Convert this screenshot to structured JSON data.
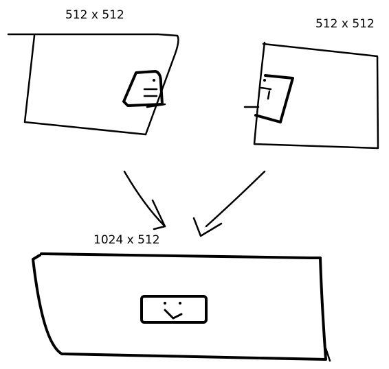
{
  "labels": {
    "left_size": "512 x 512",
    "right_size": "512 x 512",
    "merged_size": "1024 x 512"
  },
  "colors": {
    "ink": "#000000",
    "background": "#ffffff"
  }
}
